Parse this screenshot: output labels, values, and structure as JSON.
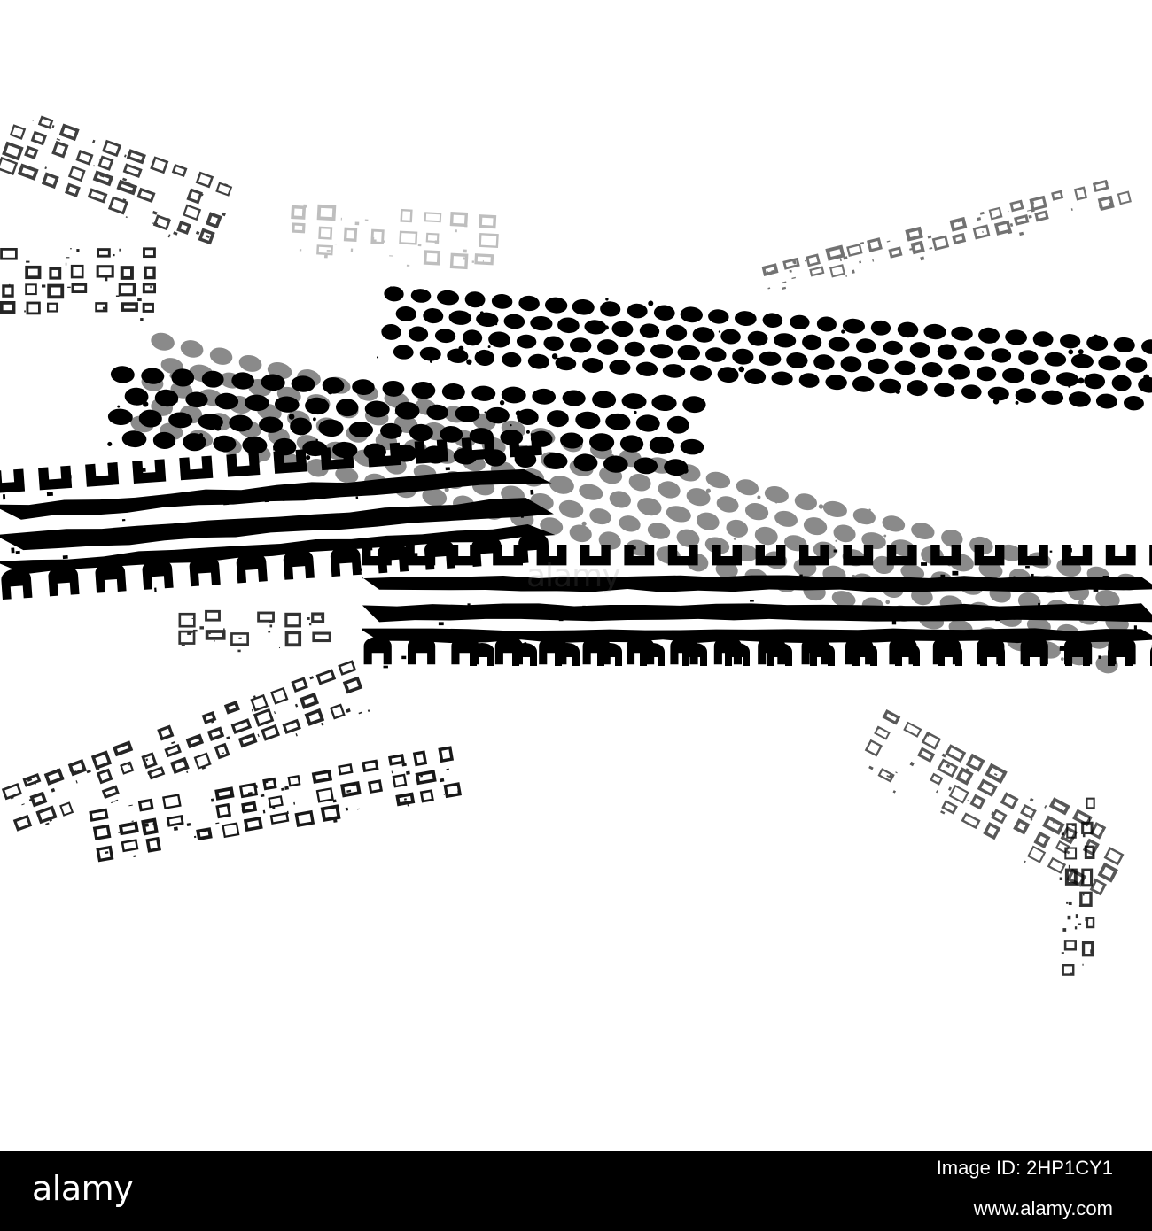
{
  "image": {
    "subject": "tire-tracks",
    "colors": {
      "background": "#ffffff",
      "ink": "#000000",
      "ink_faded": "#8a8a8a",
      "footer_bar": "#000000",
      "footer_text": "#ffffff"
    }
  },
  "watermark": {
    "brand": "alamy",
    "image_id": "Image ID: 2HP1CY1",
    "url": "www.alamy.com",
    "overlay": "alamy"
  }
}
